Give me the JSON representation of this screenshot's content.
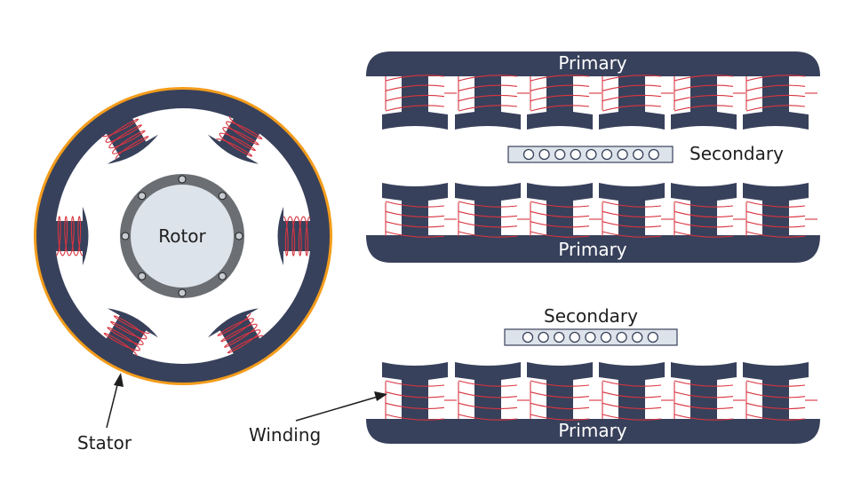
{
  "labels": {
    "rotor": "Rotor",
    "stator": "Stator",
    "winding": "Winding",
    "primary_top": "Primary",
    "primary_middle": "Primary",
    "primary_bottom": "Primary",
    "secondary_top": "Secondary",
    "secondary_bottom": "Secondary"
  },
  "colors": {
    "iron": "#38415b",
    "winding": "#d9343f",
    "stator_rim": "#f39c1b",
    "rotor_body": "#dde3ea",
    "rotor_ring": "#6b6e72",
    "secondary_bar": "#dde3ea"
  }
}
